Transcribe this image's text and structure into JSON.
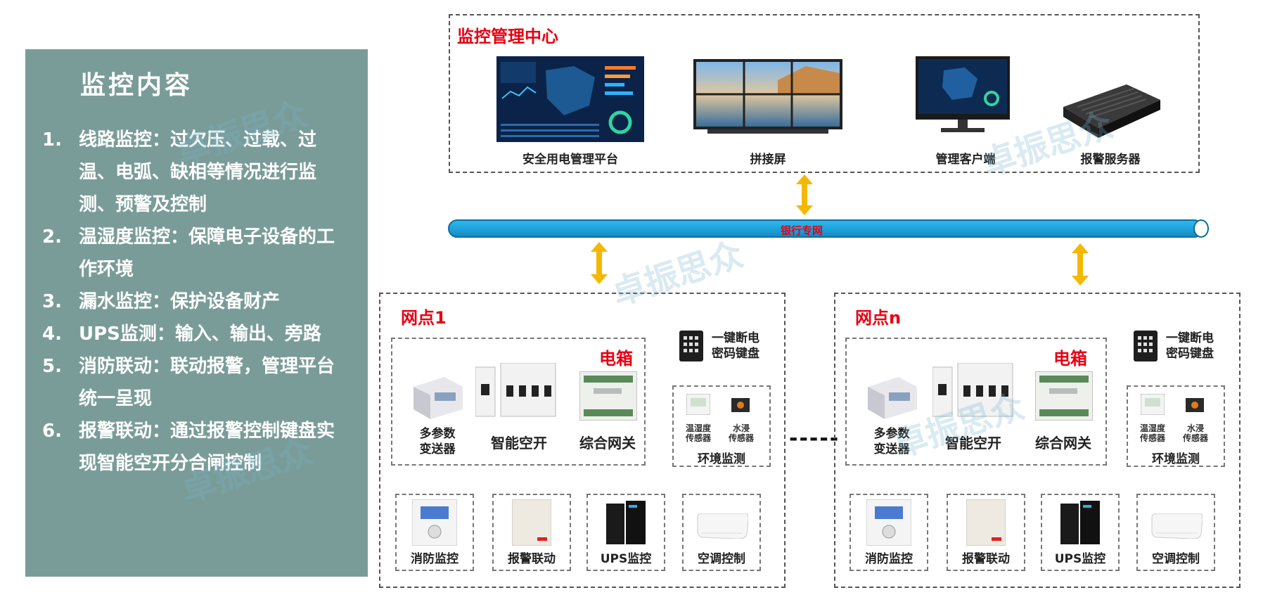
{
  "left_panel": {
    "title": "监控内容",
    "items": [
      {
        "num": "1.",
        "text": "线路监控：过欠压、过载、过温、电弧、缺相等情况进行监测、预警及控制"
      },
      {
        "num": "2.",
        "text": "温湿度监控：保障电子设备的工作环境"
      },
      {
        "num": "3.",
        "text": "漏水监控：保护设备财产"
      },
      {
        "num": "4.",
        "text": "UPS监测：输入、输出、旁路"
      },
      {
        "num": "5.",
        "text": "消防联动：联动报警，管理平台统一呈现"
      },
      {
        "num": "6.",
        "text": "报警联动：通过报警控制键盘实现智能空开分合闸控制"
      }
    ]
  },
  "center": {
    "title": "监控管理中心",
    "devices": [
      "安全用电管理平台",
      "拼接屏",
      "管理客户端",
      "报警服务器"
    ]
  },
  "network": {
    "label": "银行专网"
  },
  "sites": [
    {
      "title": "网点1",
      "box_title": "电箱",
      "box_devices": [
        "多参数\n变送器",
        "智能空开",
        "综合网关"
      ],
      "keypad": "一键断电\n密码键盘",
      "env": {
        "sensors": [
          "温湿度\n传感器",
          "水浸\n传感器"
        ],
        "title": "环境监测"
      },
      "bottom": [
        "消防监控",
        "报警联动",
        "UPS监控",
        "空调控制"
      ]
    },
    {
      "title": "网点n",
      "box_title": "电箱",
      "box_devices": [
        "多参数\n变送器",
        "智能空开",
        "综合网关"
      ],
      "keypad": "一键断电\n密码键盘",
      "env": {
        "sensors": [
          "温湿度\n传感器",
          "水浸\n传感器"
        ],
        "title": "环境监测"
      },
      "bottom": [
        "消防监控",
        "报警联动",
        "UPS监控",
        "空调控制"
      ]
    }
  ],
  "separator": "-----",
  "watermark": "卓振思众",
  "colors": {
    "panel": "#7a9c98",
    "title_red": "#e60012",
    "pipe": "#1e9fd8",
    "arrow": "#f5b800"
  }
}
